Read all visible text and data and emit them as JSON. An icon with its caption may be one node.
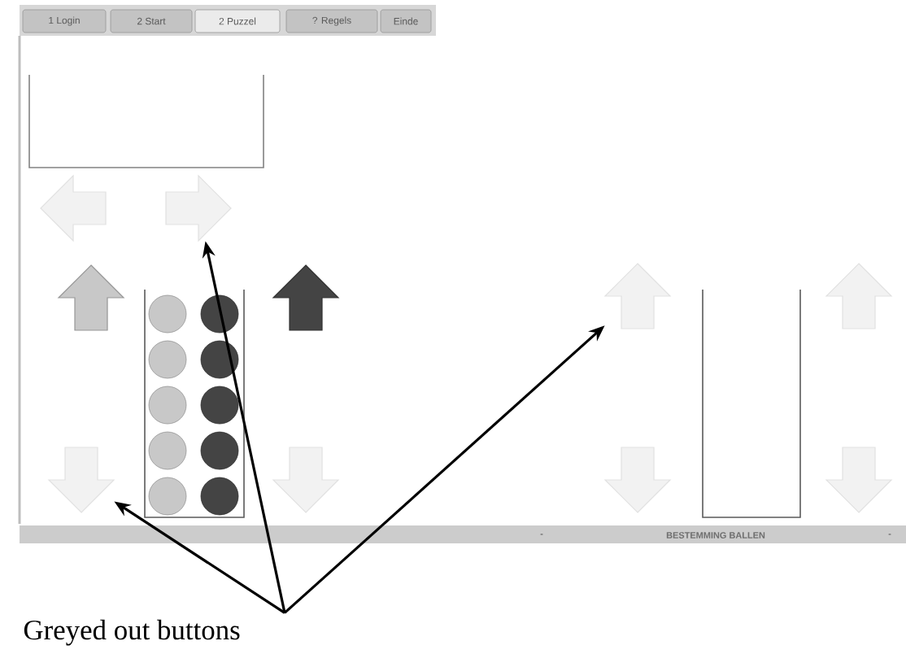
{
  "diagram": {
    "nodes": [
      {
        "text": [
          "1 Login"
        ]
      },
      {
        "text": [
          "2 Start"
        ]
      },
      {
        "text": [
          "2 Puzzel"
        ]
      },
      {
        "text": [
          "? Regels"
        ]
      },
      {
        "text": [
          "Einde"
        ]
      },
      {
        "text": [],
        "shape": "arrow"
      },
      {
        "text": [],
        "shape": "arrow"
      },
      {
        "text": [],
        "shape": "arrow"
      },
      {
        "text": [],
        "shape": "arrow"
      },
      {
        "text": [],
        "shape": "arrow"
      },
      {
        "text": [],
        "shape": "arrow"
      },
      {
        "text": [],
        "shape": "arrow"
      },
      {
        "text": [],
        "shape": "arrow"
      },
      {
        "text": [],
        "shape": "arrow"
      },
      {
        "text": [],
        "shape": "arrow"
      },
      {
        "text": [
          "Greyed out buttons"
        ]
      }
    ],
    "edges": [
      {
        "from": 15,
        "to": 11,
        "arrow": "to"
      },
      {
        "from": 15,
        "to": 6,
        "arrow": "to"
      },
      {
        "from": 15,
        "to": 9,
        "arrow": "to"
      }
    ],
    "labels": [
      "-",
      "BESTEMMING BALLEN",
      "-"
    ]
  }
}
